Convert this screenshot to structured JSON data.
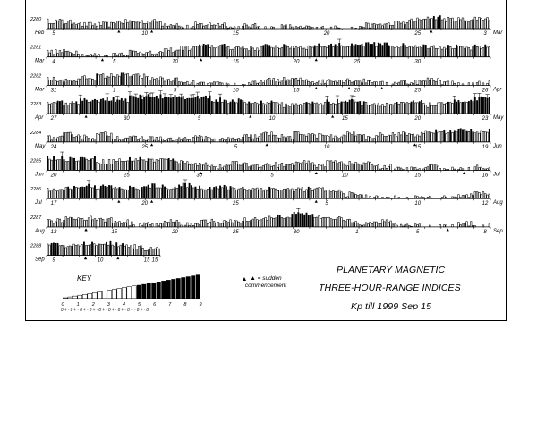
{
  "chart_data": {
    "type": "bar",
    "title": [
      "PLANETARY MAGNETIC",
      "THREE-HOUR-RANGE INDICES",
      "Kp  till 1999 Sep 15"
    ],
    "key_label": "KEY",
    "sc_legend": [
      "▲ = sudden",
      "commencement"
    ],
    "key_scale": [
      "0",
      "1",
      "2",
      "3",
      "4",
      "5",
      "6",
      "7",
      "8",
      "9"
    ],
    "key_subticks": "0 + - 0 + - 0 + - 0 + - 0 + - 0 + - 0 + - 0 + - 0 + - 0",
    "rotations": [
      {
        "number": "2280",
        "start_month": "Feb",
        "end_month": "Mar",
        "date_labels": [
          "5",
          "10",
          "15",
          "20",
          "25"
        ],
        "end_label": "3"
      },
      {
        "number": "2281",
        "start_month": "Mar",
        "end_month": "",
        "date_labels": [
          "4",
          "5",
          "10",
          "15",
          "20",
          "25",
          "30"
        ],
        "end_label": ""
      },
      {
        "number": "2282",
        "start_month": "Mar",
        "end_month": "Apr",
        "date_labels": [
          "31",
          "1",
          "5",
          "10",
          "15",
          "20",
          "25"
        ],
        "end_label": "26"
      },
      {
        "number": "2283",
        "start_month": "Apr",
        "end_month": "May",
        "date_labels": [
          "27",
          "30",
          "5",
          "10",
          "15",
          "20"
        ],
        "end_label": "23"
      },
      {
        "number": "2284",
        "start_month": "May",
        "end_month": "Jun",
        "date_labels": [
          "24",
          "25",
          "5",
          "10",
          "15"
        ],
        "end_label": "19"
      },
      {
        "number": "2285",
        "start_month": "Jun",
        "end_month": "Jul",
        "date_labels": [
          "20",
          "25",
          "30",
          "5",
          "10",
          "15"
        ],
        "end_label": "16"
      },
      {
        "number": "2286",
        "start_month": "Jul",
        "end_month": "Aug",
        "date_labels": [
          "17",
          "20",
          "25",
          "5",
          "10"
        ],
        "end_label": "12"
      },
      {
        "number": "2287",
        "start_month": "Aug",
        "end_month": "Sep",
        "date_labels": [
          "13",
          "15",
          "20",
          "25",
          "30",
          "1",
          "5"
        ],
        "end_label": "8"
      },
      {
        "number": "2288",
        "start_month": "Sep",
        "end_month": "",
        "date_labels": [
          "9",
          "10",
          "15"
        ],
        "end_label": "15"
      }
    ],
    "ylim": [
      0,
      9
    ]
  }
}
